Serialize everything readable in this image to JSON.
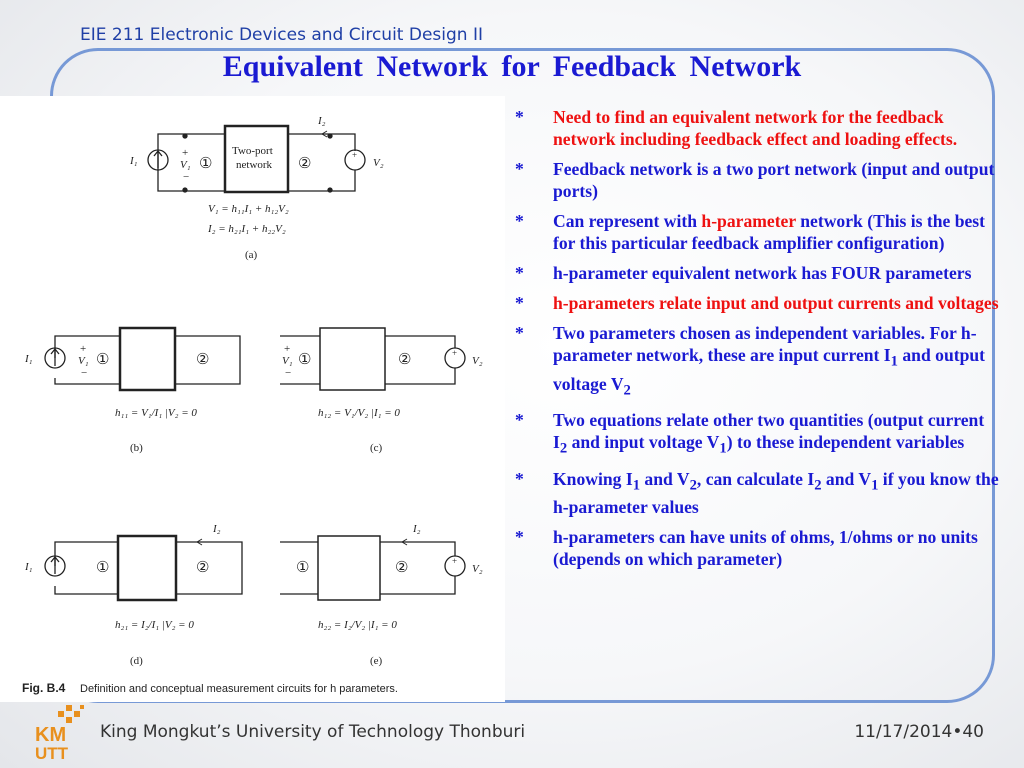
{
  "header": {
    "course": "EIE 211 Electronic Devices and Circuit Design II"
  },
  "title": "Equivalent  Network  for  Feedback  Network",
  "bullet_marker": "*",
  "bullets": [
    {
      "color": "red",
      "text": "Need to find an equivalent network for the feedback network including feedback effect and loading effects."
    },
    {
      "color": "blue",
      "text": "Feedback network is a two port network (input and output ports)"
    },
    {
      "color": "blue",
      "pre": "Can represent with ",
      "highlight": "h-parameter",
      "post": " network (This is the best for this particular feedback amplifier configuration)"
    },
    {
      "color": "blue",
      "text": "h-parameter equivalent network has FOUR parameters"
    },
    {
      "color": "red",
      "text": "h-parameters relate input and output currents and voltages"
    },
    {
      "color": "blue",
      "pre": "Two parameters chosen as independent variables.  For h-parameter network, these are  input current I",
      "sub1": "1",
      "mid": " and output voltage V",
      "sub2": "2"
    },
    {
      "color": "blue",
      "pre": "Two equations relate other two quantities (output current I",
      "sub1": "2",
      "mid": " and input voltage V",
      "sub2": "1",
      "post": ") to these independent variables"
    },
    {
      "color": "blue",
      "pre": "Knowing I",
      "sub1": "1",
      "mid": " and V",
      "sub2": "2",
      "mid2": ", can calculate I",
      "sub3": "2",
      "mid3": " and V",
      "sub4": "1",
      "post": " if you know the h-parameter values"
    },
    {
      "color": "blue",
      "text": "h-parameters can have units of ohms, 1/ohms or no units (depends on which parameter)"
    }
  ],
  "figure": {
    "caption_label": "Fig. B.4",
    "caption_text": "Definition and conceptual measurement circuits for h parameters.",
    "two_port_label_1": "Two-port",
    "two_port_label_2": "network",
    "eq_1": "V₁ = h₁₁I₁ + h₁₂V₂",
    "eq_2": "I₂ = h₂₁I₁ + h₂₂V₂",
    "part_a": "(a)",
    "part_b": "(b)",
    "part_c": "(c)",
    "part_d": "(d)",
    "part_e": "(e)",
    "h11": "h₁₁ = V₁/I₁ |V₂ = 0",
    "h12": "h₁₂ = V₁/V₂ |I₁ = 0",
    "h21": "h₂₁ = I₂/I₁ |V₂ = 0",
    "h22": "h₂₂ = I₂/V₂ |I₁ = 0",
    "I1": "I₁",
    "I2": "I₂",
    "V1": "V₁",
    "V2": "V₂",
    "port1": "①",
    "port2": "②",
    "plus": "+",
    "minus": "−"
  },
  "footer": {
    "university": "King Mongkut’s University of Technology Thonburi",
    "date": "11/17/2014",
    "separator": "•",
    "page": "40"
  },
  "logo": {
    "text_top": "KM",
    "text_bottom": "UTT",
    "color": "#e8901e"
  }
}
